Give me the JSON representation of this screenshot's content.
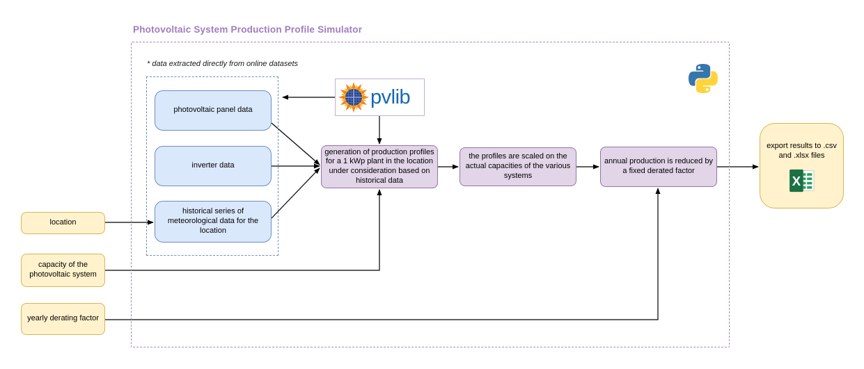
{
  "diagram": {
    "title": "Photovoltaic System Production Profile Simulator",
    "note": "* data extracted directly from online datasets",
    "datasets": [
      {
        "label": "photovoltaic panel data"
      },
      {
        "label": "inverter data"
      },
      {
        "label": "historical series of meteorological data for the location"
      }
    ],
    "process": [
      {
        "label": "generation of production profiles for a 1 kWp plant in the location under consideration based on historical data"
      },
      {
        "label": "the profiles are scaled on the actual capacities of the various systems"
      },
      {
        "label": "annual production is reduced by a fixed derated factor"
      }
    ],
    "inputs": [
      {
        "label": "location"
      },
      {
        "label": "capacity of the photovoltaic system"
      },
      {
        "label": "yearly derating factor"
      }
    ],
    "output": {
      "label": "export results to .csv and .xlsx files"
    },
    "logos": {
      "pvlib_text": "pvlib",
      "pvlib_sun_icon": "pvlib-sun-logo",
      "python_icon": "python-logo",
      "excel_icon": "excel-logo"
    },
    "colors": {
      "title_purple": "#a07cc0",
      "dataset_fill": "#dae8fc",
      "dataset_border": "#6c8ebf",
      "process_fill": "#e1d5e7",
      "process_border": "#9673a6",
      "input_fill": "#fff2cc",
      "input_border": "#d6b656",
      "outer_dashed_border": "#a886bd",
      "inner_dashed_border": "#6c8ebf",
      "arrow": "#000000",
      "pvlib_blue": "#1569b3",
      "python_blue": "#3776ab",
      "python_yellow": "#ffd43b",
      "excel_green": "#1d7044"
    }
  }
}
